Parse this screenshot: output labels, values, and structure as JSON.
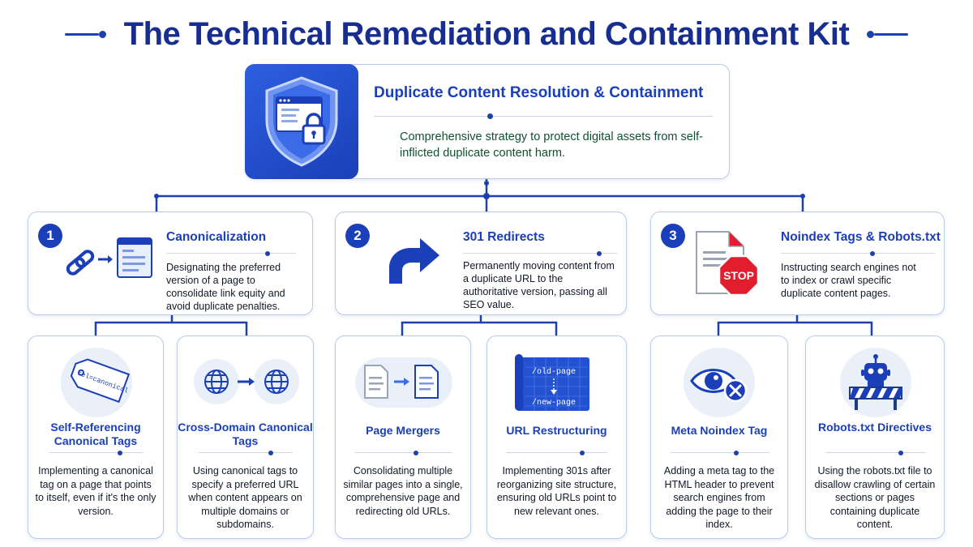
{
  "title": "The Technical Remediation and Containment Kit",
  "top": {
    "title": "Duplicate Content Resolution & Containment",
    "description": "Comprehensive strategy to protect digital assets from self-inflicted duplicate content harm."
  },
  "categories": [
    {
      "number": "1",
      "title": "Canonicalization",
      "description": "Designating the preferred version of a page to consolidate link equity and avoid duplicate penalties.",
      "icon": "link-to-page-icon"
    },
    {
      "number": "2",
      "title": "301 Redirects",
      "description": "Permanently moving content from a duplicate URL to the authoritative version, passing all SEO value.",
      "icon": "redirect-arrow-icon"
    },
    {
      "number": "3",
      "title": "Noindex Tags & Robots.txt",
      "description": "Instructing search engines not to index or crawl specific duplicate content pages.",
      "icon": "document-stop-icon"
    }
  ],
  "subs": [
    {
      "title": "Self-Referencing Canonical Tags",
      "description": "Implementing a canonical tag on a page that points to itself, even if it's the only version.",
      "icon": "canonical-tag-icon",
      "tag_text": "rel=canonical"
    },
    {
      "title": "Cross-Domain Canonical Tags",
      "description": "Using canonical tags to specify a preferred URL when content appears on multiple domains or subdomains.",
      "icon": "globe-to-globe-icon"
    },
    {
      "title": "Page Mergers",
      "description": "Consolidating multiple similar pages into a single, comprehensive page and redirecting old URLs.",
      "icon": "page-merge-icon"
    },
    {
      "title": "URL Restructuring",
      "description": "Implementing 301s after reorganizing site structure, ensuring old URLs point to new relevant ones.",
      "icon": "url-blueprint-icon",
      "old_path": "/old-page",
      "new_path": "/new-page"
    },
    {
      "title": "Meta Noindex Tag",
      "description": "Adding a meta tag to the HTML header to prevent search engines from adding the page to their index.",
      "icon": "eye-blocked-icon"
    },
    {
      "title": "Robots.txt Directives",
      "description": "Using the robots.txt file to disallow crawling of certain sections or pages containing duplicate content.",
      "icon": "robot-barrier-icon"
    }
  ],
  "stop_sign_text": "STOP",
  "colors": {
    "primary": "#1a3fb8",
    "title": "#172d8f",
    "border": "#b9cbe6",
    "connector": "#1e40af",
    "desc_green": "#0f5132",
    "stop_red": "#e11d2e"
  }
}
